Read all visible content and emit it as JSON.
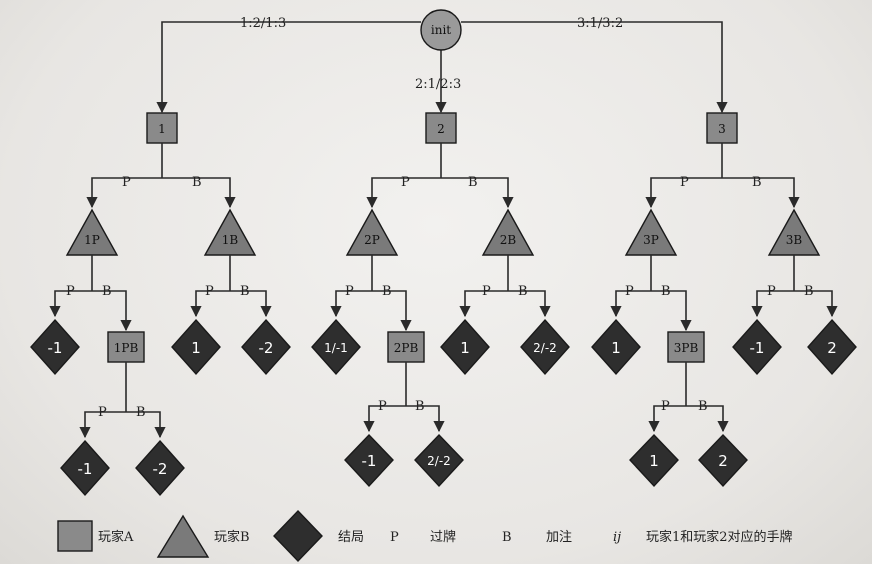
{
  "root": {
    "label": "init"
  },
  "root_branches": [
    "1:2/1:3",
    "2:1/2:3",
    "3:1/3:2"
  ],
  "player_a_nodes": [
    "1",
    "2",
    "3"
  ],
  "action_labels": {
    "pass": "P",
    "bet": "B"
  },
  "player_b_nodes": [
    "1P",
    "1B",
    "2P",
    "2B",
    "3P",
    "3B"
  ],
  "player_a_second_nodes": [
    "1PB",
    "2PB",
    "3PB"
  ],
  "leaf_values": {
    "1P_P": "-1",
    "1B_P": "1",
    "1B_B": "-2",
    "2P_P": "1/-1",
    "2B_P": "1",
    "2B_B": "2/-2",
    "3P_P": "1",
    "3B_P": "-1",
    "3B_B": "2",
    "1PB_P": "-1",
    "1PB_B": "-2",
    "2PB_P": "-1",
    "2PB_B": "2/-2",
    "3PB_P": "1",
    "3PB_B": "2"
  },
  "legend": {
    "player_a": "玩家A",
    "player_b": "玩家B",
    "outcome": "结局",
    "p_symbol": "P",
    "p_text": "过牌",
    "b_symbol": "B",
    "b_text": "加注",
    "ij_symbol": "ij",
    "ij_text": "玩家1和玩家2对应的手牌"
  },
  "colors": {
    "player_a_fill": "#8a8a8a",
    "player_b_fill": "#7a7a7a",
    "outcome_fill": "#2e2e2e",
    "line": "#2a2a2a"
  }
}
